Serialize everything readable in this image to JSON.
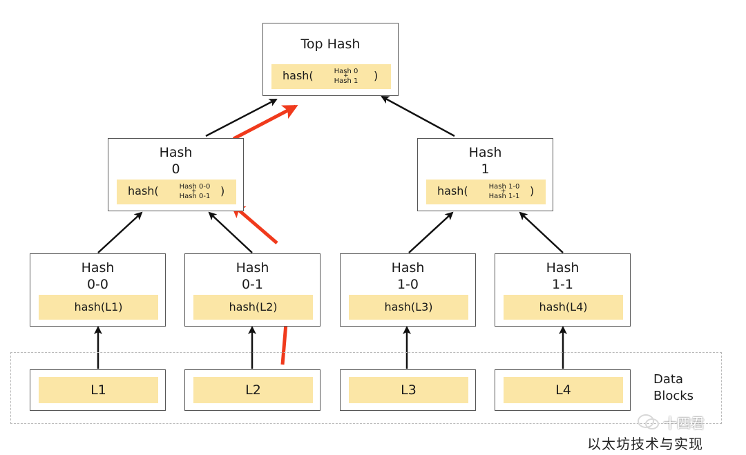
{
  "top": {
    "title": "Top Hash",
    "prefix": "hash(",
    "line1": "Hash 0",
    "line2": "Hash 1",
    "plus": "+",
    "suffix": ")"
  },
  "h0": {
    "title1": "Hash",
    "title2": "0",
    "prefix": "hash(",
    "line1": "Hash 0-0",
    "line2": "Hash 0-1",
    "plus": "+",
    "suffix": ")"
  },
  "h1": {
    "title1": "Hash",
    "title2": "1",
    "prefix": "hash(",
    "line1": "Hash 1-0",
    "line2": "Hash 1-1",
    "plus": "+",
    "suffix": ")"
  },
  "h00": {
    "title1": "Hash",
    "title2": "0-0",
    "formula": "hash(L1)"
  },
  "h01": {
    "title1": "Hash",
    "title2": "0-1",
    "formula": "hash(L2)"
  },
  "h10": {
    "title1": "Hash",
    "title2": "1-0",
    "formula": "hash(L3)"
  },
  "h11": {
    "title1": "Hash",
    "title2": "1-1",
    "formula": "hash(L4)"
  },
  "leaves": [
    "L1",
    "L2",
    "L3",
    "L4"
  ],
  "data_blocks_label": [
    "Data",
    "Blocks"
  ],
  "watermark": "十四君",
  "caption": "以太坊技术与实现",
  "colors": {
    "fill": "#fbe6a6",
    "border": "#555555",
    "arrow": "#111111",
    "highlight_arrow": "#f03a1c",
    "dashed": "#b9b9b9"
  }
}
